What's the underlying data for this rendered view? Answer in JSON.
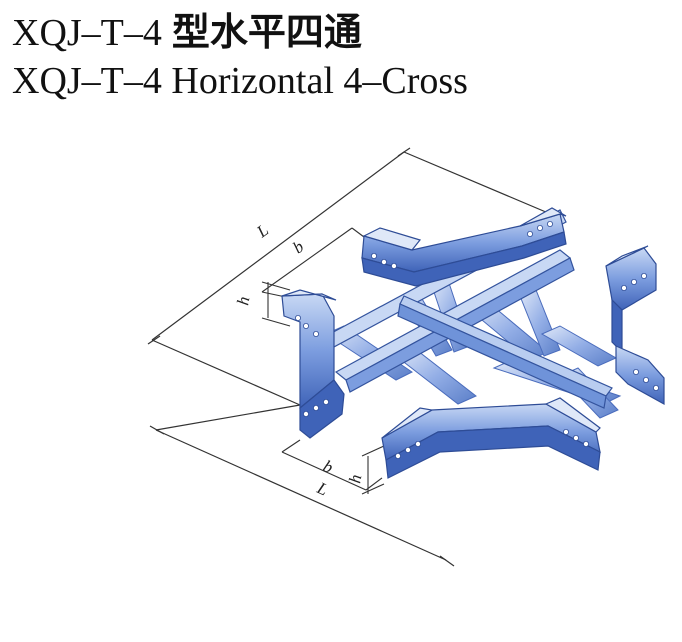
{
  "title": {
    "code_cn": "XQJ–T–4",
    "text_cn": "型水平四通",
    "line_en": "XQJ–T–4 Horizontal 4–Cross"
  },
  "dimensions": {
    "top_length": "L",
    "top_width": "b",
    "top_height": "h",
    "bottom_width": "b",
    "bottom_height": "h",
    "bottom_length": "L"
  },
  "colors": {
    "tray_light": "#b9cdf0",
    "tray_mid": "#6f93d9",
    "tray_dark": "#3f63b8",
    "line": "#333333"
  }
}
